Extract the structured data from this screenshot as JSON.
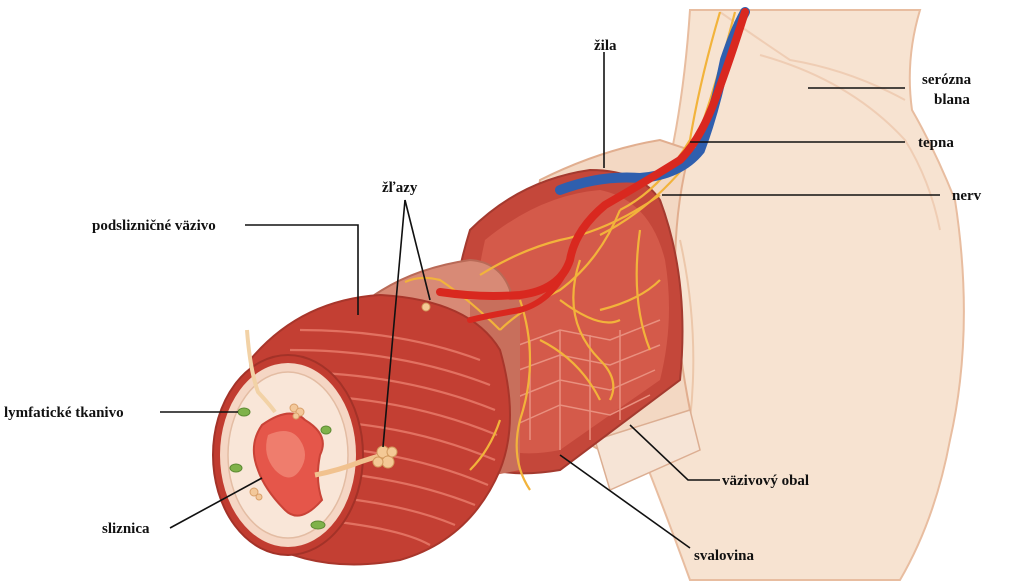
{
  "labels": {
    "zila": "žila",
    "serozna_1": "serózna",
    "serozna_2": "blana",
    "tepna": "tepna",
    "nerv": "nerv",
    "zlazy": "žľazy",
    "podsliznicne": "podslizničné väzivo",
    "lymfaticke": "lymfatické tkanivo",
    "sliznica": "sliznica",
    "vazivovy_obal": "väzivový obal",
    "svalovina": "svalovina"
  },
  "colors": {
    "serosa": "#f6dcc4",
    "serosa_edge": "#e8b99a",
    "fibrous": "#f1d2bb",
    "muscle_outer": "#c9473a",
    "muscle_inner": "#a93b30",
    "muscle_stripe": "#e47566",
    "submucosa": "#d98a76",
    "mucosa_ring": "#f7e0cf",
    "lumen": "#e5564a",
    "lumen_light": "#f08677",
    "artery": "#d9281f",
    "vein": "#2f5fae",
    "nerve": "#f2b33b",
    "lymph": "#7fb24a"
  }
}
